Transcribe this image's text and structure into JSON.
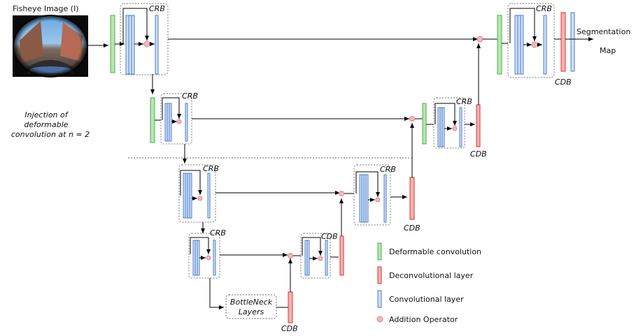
{
  "input": {
    "title": "Fisheye Image (I)"
  },
  "output": {
    "line1": "Segmentation",
    "line2": "Map"
  },
  "injection_note": {
    "line1": "Injection of",
    "line2": "deformable",
    "line3": "convolution at n = 2"
  },
  "crb_label": "CRB",
  "cdb_label": "CDB",
  "bottleneck": {
    "line1": "BottleNeck",
    "line2": "Layers"
  },
  "legend": [
    {
      "text": "Deformable convolution",
      "color": "#b9e4b0",
      "icon": "green-bar-icon"
    },
    {
      "text": "Deconvolutional layer",
      "color": "#f2b3b3",
      "icon": "red-bar-icon"
    },
    {
      "text": "Convolutional layer",
      "color": "#cfe0f6",
      "icon": "blue-bar-icon"
    },
    {
      "text": "Addition Operator",
      "color": "#f4b6bd",
      "icon": "pink-dot-icon"
    }
  ]
}
